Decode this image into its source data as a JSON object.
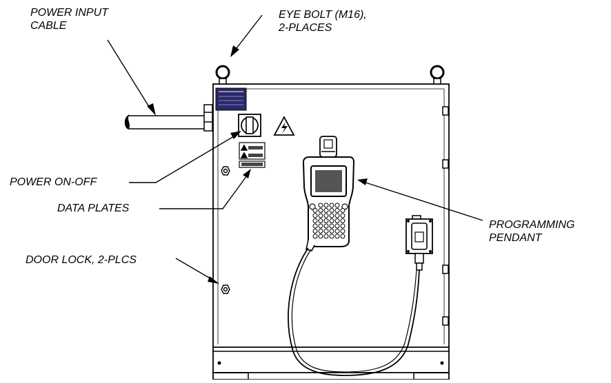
{
  "labels": {
    "power_input_cable": [
      "POWER INPUT",
      "CABLE"
    ],
    "eye_bolt": [
      "EYE BOLT (M16),",
      "2-PLACES"
    ],
    "power_on_off": "POWER ON-OFF",
    "data_plates": "DATA PLATES",
    "door_lock": "DOOR LOCK, 2-PLCS",
    "programming_pendant": [
      "PROGRAMMING",
      "PENDANT"
    ]
  },
  "colors": {
    "line": "#000000",
    "fill": "#ffffff",
    "plate": "#2a2a6a",
    "screen": "#555555",
    "shade": "#444444"
  }
}
